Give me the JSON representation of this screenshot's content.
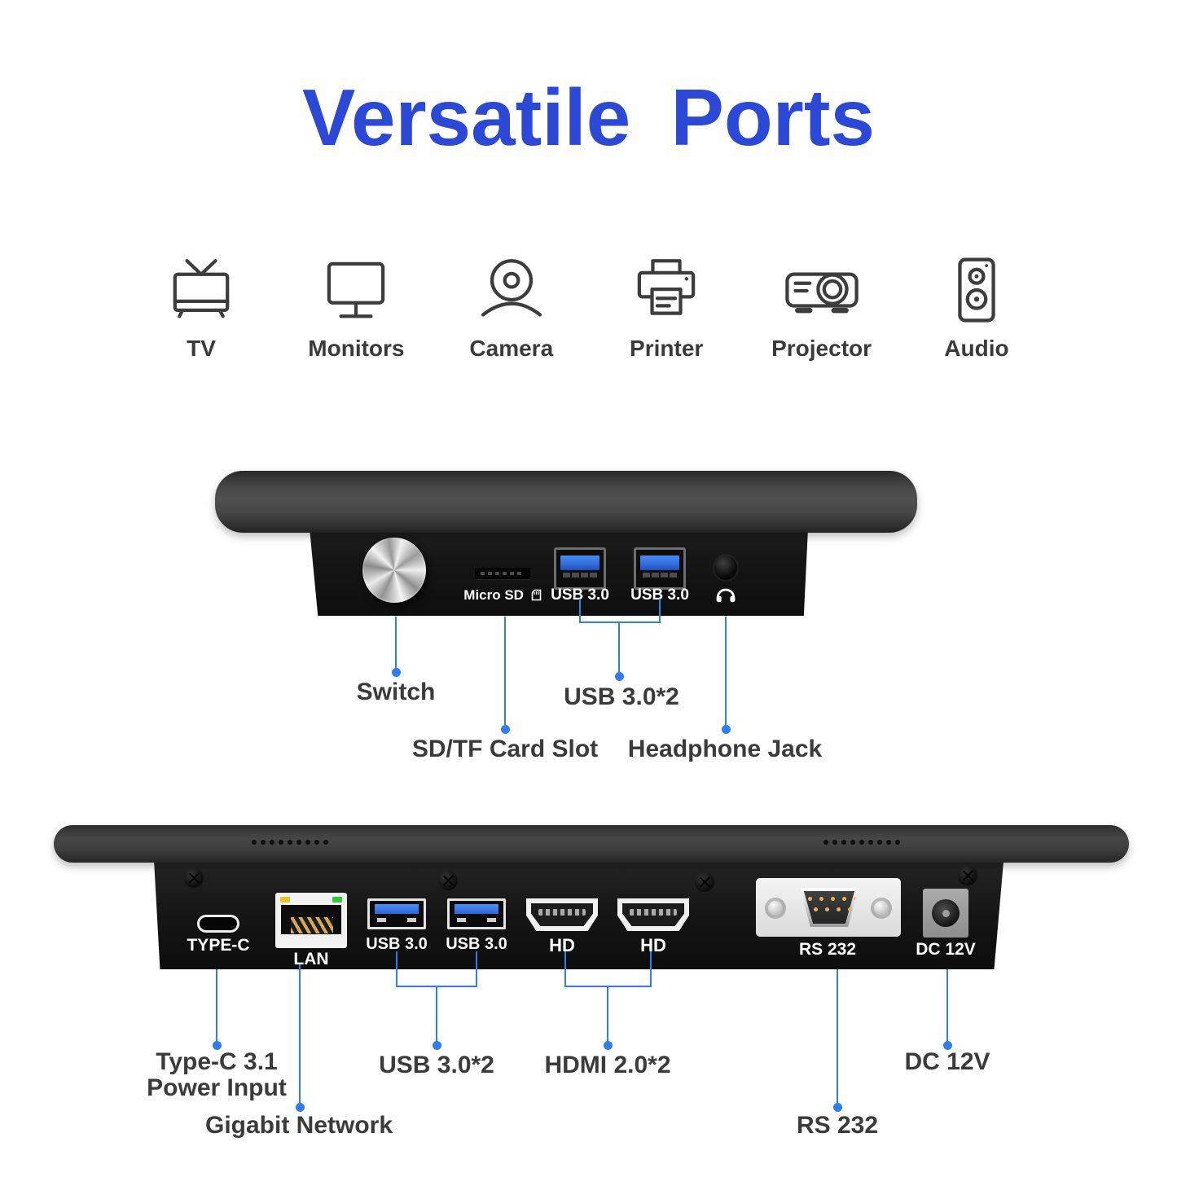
{
  "title": "Versatile Ports",
  "colors": {
    "title_blue": "#2b48d7",
    "callout_blue": "#327bf0",
    "usb_blue": "#3477e8",
    "label_dark": "#3b3b3b"
  },
  "compatible": {
    "items": [
      {
        "label": "TV",
        "icon": "tv-icon"
      },
      {
        "label": "Monitors",
        "icon": "monitor-icon"
      },
      {
        "label": "Camera",
        "icon": "camera-icon"
      },
      {
        "label": "Printer",
        "icon": "printer-icon"
      },
      {
        "label": "Projector",
        "icon": "projector-icon"
      },
      {
        "label": "Audio",
        "icon": "speaker-icon"
      }
    ]
  },
  "side_view": {
    "ports": {
      "micro_sd": "Micro SD",
      "usb_left": "USB 3.0",
      "usb_right": "USB 3.0"
    },
    "callouts": {
      "switch": "Switch",
      "sd_slot": "SD/TF Card Slot",
      "usb": "USB 3.0*2",
      "headphone": "Headphone Jack"
    }
  },
  "rear_view": {
    "ports": {
      "type_c": "TYPE-C",
      "lan": "LAN",
      "usb_left": "USB 3.0",
      "usb_right": "USB 3.0",
      "hd_left": "HD",
      "hd_right": "HD",
      "rs232": "RS 232",
      "dc": "DC 12V"
    },
    "callouts": {
      "type_c_line1": "Type-C 3.1",
      "type_c_line2": "Power Input",
      "gigabit": "Gigabit Network",
      "usb": "USB 3.0*2",
      "hdmi": "HDMI 2.0*2",
      "rs232": "RS 232",
      "dc": "DC 12V"
    }
  }
}
